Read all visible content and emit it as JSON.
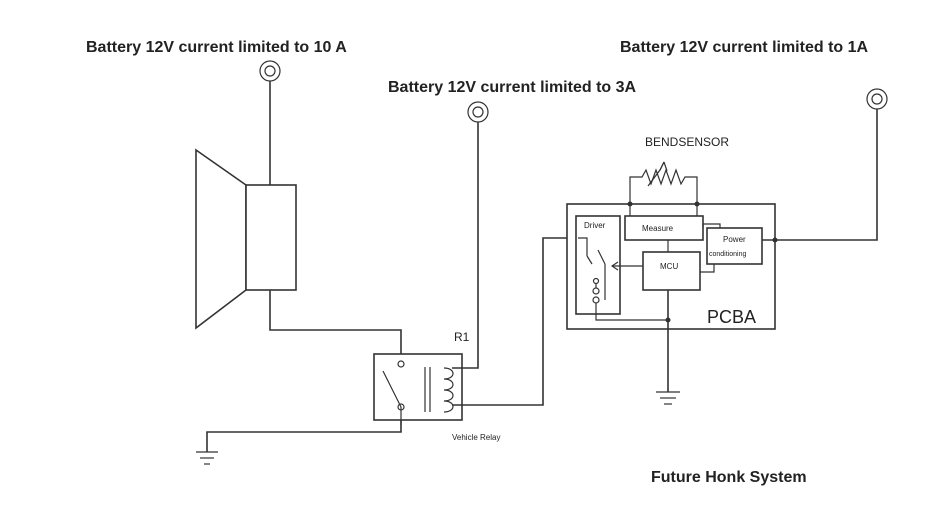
{
  "labels": {
    "battery_10a": "Battery 12V current limited to 10 A",
    "battery_3a": "Battery 12V current limited to 3A",
    "battery_1a": "Battery 12V current limited to 1A",
    "bend_sensor": "BENDSENSOR",
    "relay_ref": "R1",
    "vehicle_relay": "Vehicle Relay",
    "pcba": "PCBA",
    "driver": "Driver",
    "measure": "Measure",
    "mcu": "MCU",
    "power_line1": "Power",
    "power_line2": "conditioning",
    "system_title": "Future Honk System"
  }
}
